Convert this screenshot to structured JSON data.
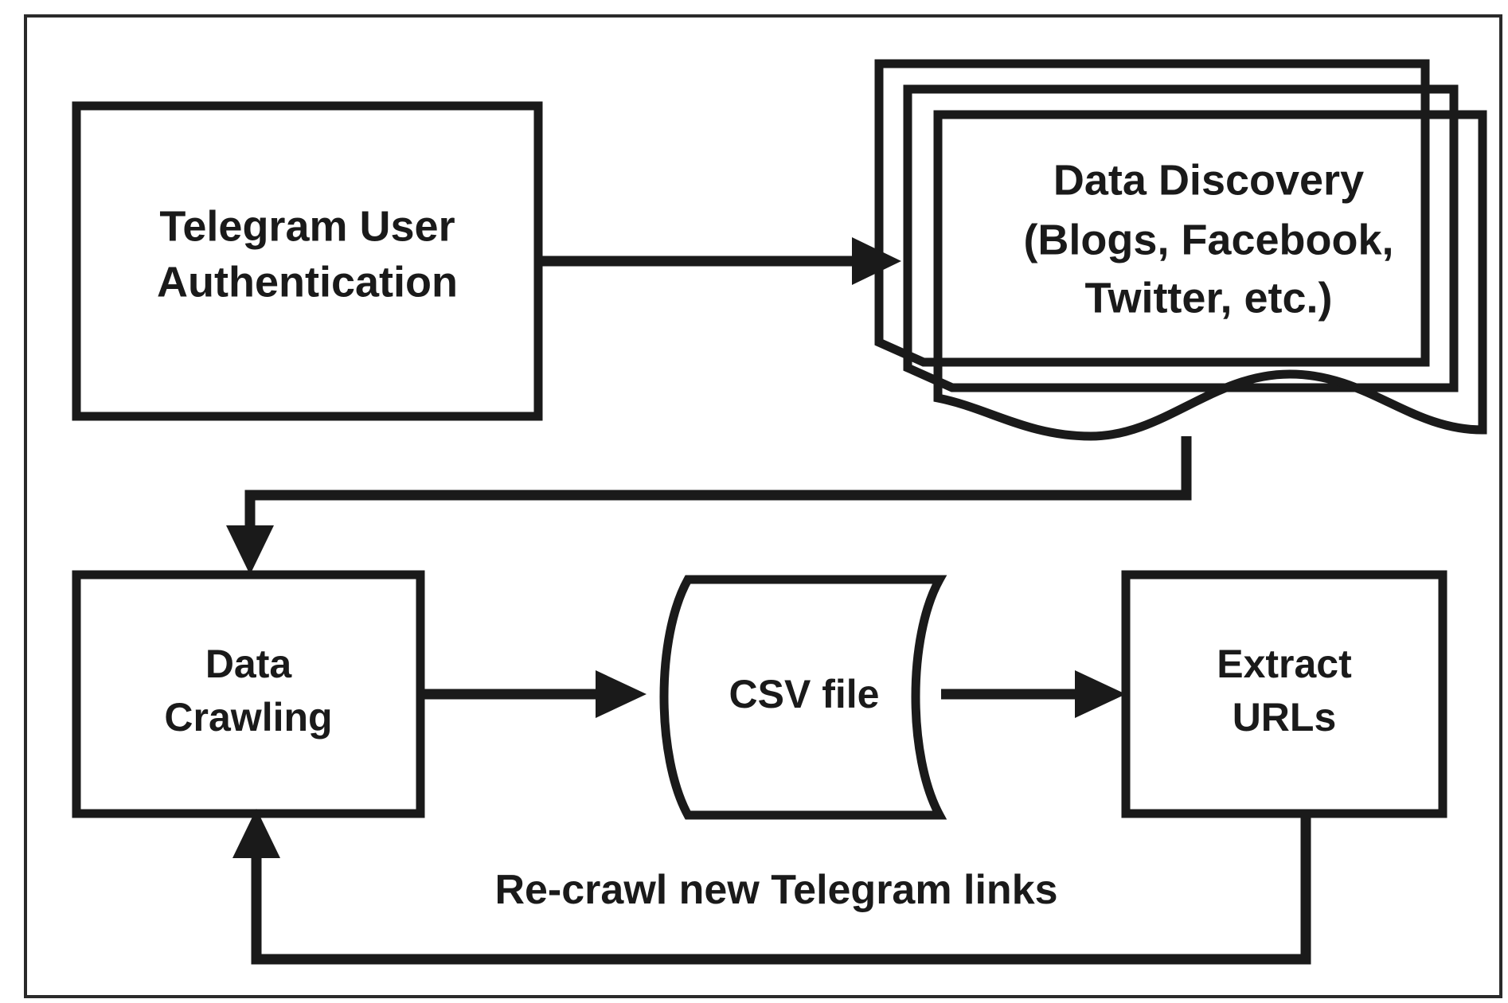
{
  "diagram": {
    "title": "Telegram data crawling pipeline flowchart",
    "frame": {
      "visible": true,
      "color": "#2a2a2a"
    },
    "stroke_color": "#1a1a1a",
    "fill_color": "#ffffff",
    "nodes": [
      {
        "id": "telegram-auth",
        "shape": "rectangle",
        "lines": [
          "Telegram User",
          "Authentication"
        ]
      },
      {
        "id": "data-discovery",
        "shape": "multi-document",
        "lines": [
          "Data Discovery",
          "(Blogs, Facebook,",
          "Twitter, etc.)"
        ]
      },
      {
        "id": "data-crawling",
        "shape": "rectangle",
        "lines": [
          "Data",
          "Crawling"
        ]
      },
      {
        "id": "csv-file",
        "shape": "cylinder-horizontal",
        "lines": [
          "CSV file"
        ]
      },
      {
        "id": "extract-urls",
        "shape": "rectangle",
        "lines": [
          "Extract",
          "URLs"
        ]
      }
    ],
    "edges": [
      {
        "id": "auth-to-discovery",
        "from": "telegram-auth",
        "to": "data-discovery",
        "label": ""
      },
      {
        "id": "discovery-to-crawling",
        "from": "data-discovery",
        "to": "data-crawling",
        "label": ""
      },
      {
        "id": "crawling-to-csv",
        "from": "data-crawling",
        "to": "csv-file",
        "label": ""
      },
      {
        "id": "csv-to-extract",
        "from": "csv-file",
        "to": "extract-urls",
        "label": ""
      },
      {
        "id": "extract-to-crawling-feedback",
        "from": "extract-urls",
        "to": "data-crawling",
        "label": "Re-crawl new Telegram links"
      }
    ]
  }
}
